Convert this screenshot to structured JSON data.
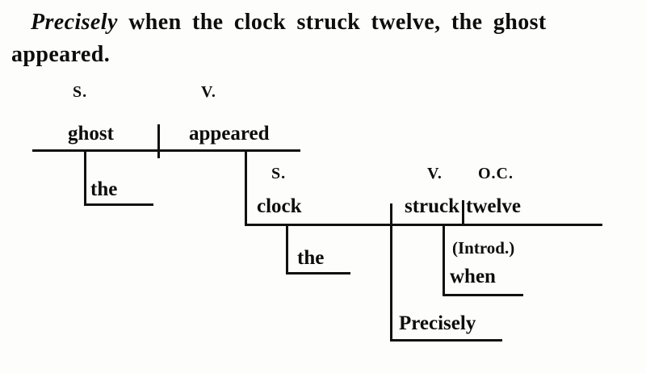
{
  "sentence": {
    "emphasized_word": "Precisely",
    "line1_rest": "when the clock struck twelve, the ghost",
    "line2": "appeared."
  },
  "diagram": {
    "main_clause": {
      "subject_label": "S.",
      "subject": "ghost",
      "verb_label": "V.",
      "verb": "appeared",
      "article": "the"
    },
    "subordinate_clause": {
      "subject_label": "S.",
      "subject": "clock",
      "verb_label": "V.",
      "verb": "struck",
      "object_label": "O.C.",
      "object": "twelve",
      "article": "the",
      "connective_label": "(Introd.)",
      "connective": "when",
      "adverb": "Precisely"
    }
  }
}
